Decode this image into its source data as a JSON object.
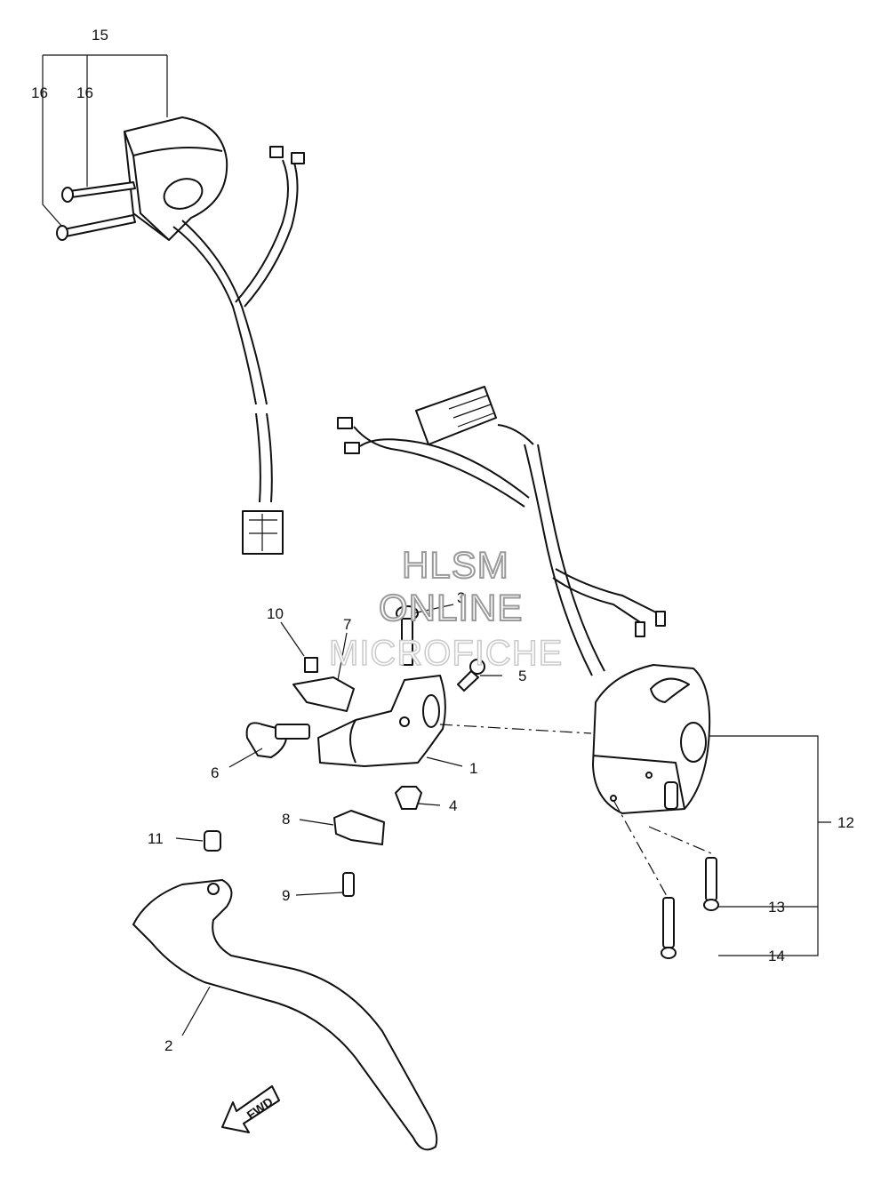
{
  "callouts": {
    "c1": "1",
    "c2": "2",
    "c3": "3",
    "c4": "4",
    "c5": "5",
    "c6": "6",
    "c7": "7",
    "c8": "8",
    "c9": "9",
    "c10": "10",
    "c11": "11",
    "c12": "12",
    "c13": "13",
    "c14": "14",
    "c15": "15",
    "c16a": "16",
    "c16b": "16"
  },
  "watermark": {
    "line1": "HLSM",
    "line2": "ONLINE",
    "line3": "MICROFICHE"
  },
  "direction_badge": "FWD"
}
